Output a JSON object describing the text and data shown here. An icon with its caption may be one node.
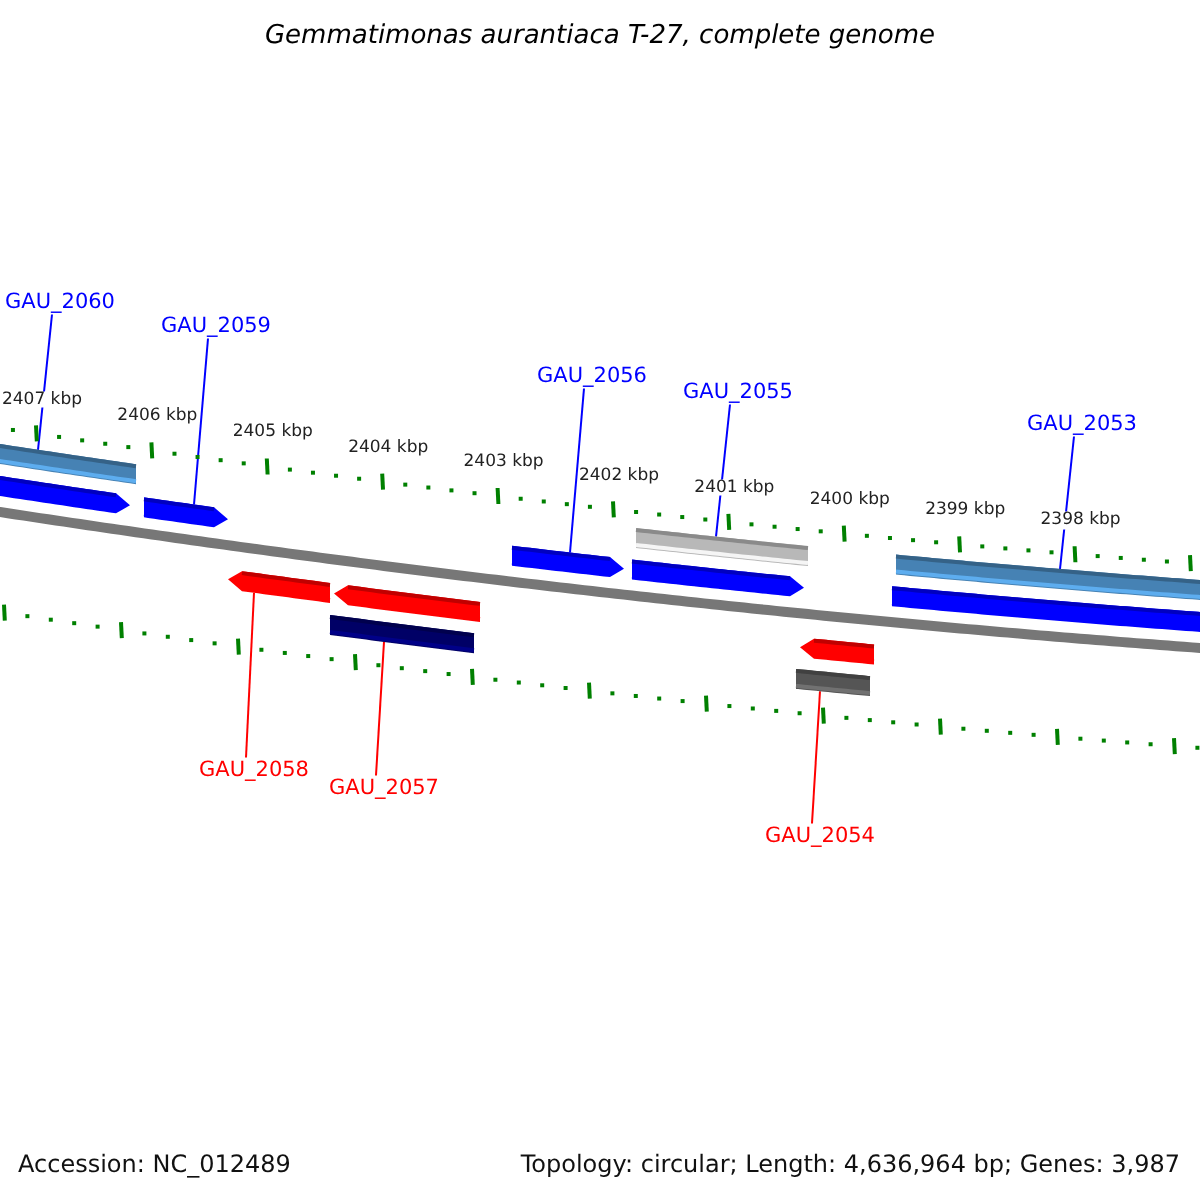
{
  "diagram": {
    "title": "Gemmatimonas aurantiaca T-27, complete genome",
    "nodes": [
      {
        "text": [
          "GAU_2060"
        ]
      },
      {
        "text": [
          "GAU_2059"
        ]
      },
      {
        "text": [
          "GAU_2056"
        ]
      },
      {
        "text": [
          "GAU_2055"
        ]
      },
      {
        "text": [
          "GAU_2053"
        ]
      },
      {
        "text": [
          "GAU_2058"
        ]
      },
      {
        "text": [
          "GAU_2057"
        ]
      },
      {
        "text": [
          "GAU_2054"
        ]
      },
      {
        "text": [],
        "shape": "bar"
      },
      {
        "text": [],
        "shape": "bar"
      },
      {
        "text": [],
        "shape": "bar"
      },
      {
        "text": [],
        "shape": "arrow"
      },
      {
        "text": [],
        "shape": "arrow"
      },
      {
        "text": [],
        "shape": "arrow"
      },
      {
        "text": [],
        "shape": "arrow"
      },
      {
        "text": [],
        "shape": "bar"
      },
      {
        "text": [],
        "shape": "arrow"
      },
      {
        "text": [],
        "shape": "arrow"
      },
      {
        "text": [],
        "shape": "arrow"
      },
      {
        "text": [],
        "shape": "bar"
      },
      {
        "text": [],
        "shape": "bar"
      }
    ],
    "edges": [
      {
        "from": 0,
        "to": 8,
        "arrow": "none"
      },
      {
        "from": 1,
        "to": 12,
        "arrow": "none"
      },
      {
        "from": 2,
        "to": 13,
        "arrow": "none"
      },
      {
        "from": 3,
        "to": 9,
        "arrow": "none"
      },
      {
        "from": 4,
        "to": 10,
        "arrow": "none"
      },
      {
        "from": 5,
        "to": 16,
        "arrow": "none",
        "color": "#ff0000"
      },
      {
        "from": 6,
        "to": 19,
        "arrow": "none",
        "color": "#ff0000"
      },
      {
        "from": 7,
        "to": 20,
        "arrow": "none",
        "color": "#ff0000"
      }
    ],
    "labels": [
      "2407 kbp",
      "2406 kbp",
      "2405 kbp",
      "2404 kbp",
      "2403 kbp",
      "2402 kbp",
      "2401 kbp",
      "2400 kbp",
      "2399 kbp",
      "2398 kbp",
      "Accession: NC_012489",
      "Topology: circular; Length: 4,636,964 bp; Genes: 3,987"
    ]
  }
}
